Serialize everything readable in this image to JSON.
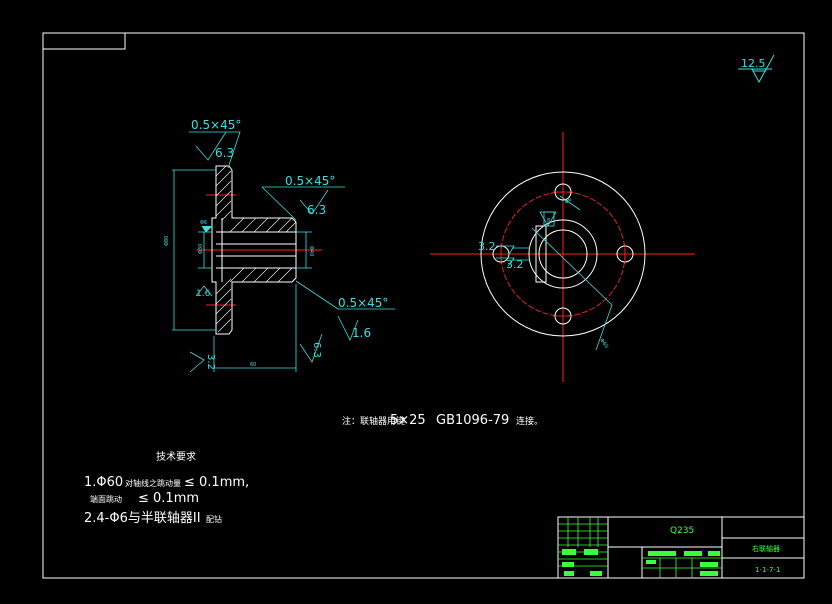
{
  "colors": {
    "background": "#000000",
    "frame": "#ffffff",
    "dimension": "#39e0e0",
    "centerline": "#ff2020",
    "hidden": "#e02020",
    "titleblock": "#3cff3c"
  },
  "roughness_general": "12.5",
  "side_view": {
    "chamfer_top_left": "0.5×45°",
    "roughness_top_left": "6.3",
    "chamfer_top_right": "0.5×45°",
    "roughness_top_right": "6.3",
    "chamfer_bottom_right": "0.5×45°",
    "roughness_bottom_right": "1.6",
    "roughness_left_inner": "1.6",
    "roughness_bottom_left": "3.2",
    "roughness_bottom_mid": "6.3",
    "dim_length": "60",
    "dim_outer_dia": "Φ80",
    "dim_bore": "Φ30",
    "dim_hub": "Φ40",
    "dim_small": "Φ6"
  },
  "front_view": {
    "roughness_left_1": "3.2",
    "roughness_left_2": "3.2",
    "dim_pcd": "Φ60",
    "dim_hole": "Φ6",
    "dim_key": "8"
  },
  "note": {
    "prefix": "注：联轴器用键",
    "key_size": "5×25",
    "standard": "GB1096-79",
    "suffix": "连接。"
  },
  "tech": {
    "heading": "技术要求",
    "line1_prefix": "1.Φ60",
    "line1_mid": "对轴线之跳动量",
    "line1_value": "≤  0.1mm,",
    "line2_mid": "端面跳动",
    "line2_value": "≤  0.1mm",
    "line3_main": "2.4-Φ6与半联轴器II",
    "line3_small": "配钻"
  },
  "title_block": {
    "material": "Q235",
    "part_name": "右联轴器",
    "drawing_no": "1-1-7-1"
  }
}
